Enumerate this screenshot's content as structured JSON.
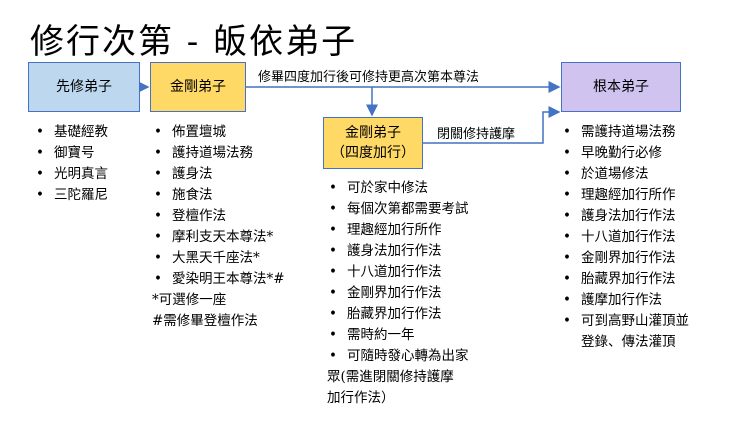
{
  "title": "修行次第  -  皈依弟子",
  "boxes": {
    "senshu": "先修弟子",
    "kongo": "金剛弟子",
    "kongo2_line1": "金剛弟子",
    "kongo2_line2": "（四度加行）",
    "konpon": "根本弟子"
  },
  "edge_labels": {
    "top": "修畢四度加行後可修持更高次第本尊法",
    "mid": "閉關修持護摩"
  },
  "lists": {
    "senshu": [
      "基礎經教",
      "御寶号",
      "光明真言",
      "三陀羅尼"
    ],
    "kongo": [
      "佈置壇城",
      "護持道場法務",
      "護身法",
      "施食法",
      "登檀作法",
      "摩利支天本尊法*",
      "大黑天千座法*",
      "愛染明王本尊法*#"
    ],
    "kongo_notes": [
      "*可選修一座",
      "#需修畢登檀作法"
    ],
    "kongo2": [
      "可於家中修法",
      "每個次第都需要考試",
      "理趣經加行所作",
      "護身法加行作法",
      "十八道加行作法",
      "金剛界加行作法",
      "胎藏界加行作法",
      "需時約一年"
    ],
    "kongo2_last": [
      "可隨時發心轉為出家",
      "眾(需進閉關修持護摩",
      "加行作法）"
    ],
    "konpon": [
      "需護持道場法務",
      "早晚勤行必修",
      "於道場修法",
      "理趣經加行所作",
      "護身法加行作法",
      "十八道加行作法",
      "金剛界加行作法",
      "胎藏界加行作法",
      "護摩加行作法"
    ],
    "konpon_last": [
      "可到高野山灌頂並",
      "登錄、傳法灌頂"
    ]
  },
  "colors": {
    "blue_box": "#bdd7ee",
    "gold_box": "#ffd966",
    "purple_box": "#d0c3ef",
    "arrow": "#4472c4"
  }
}
